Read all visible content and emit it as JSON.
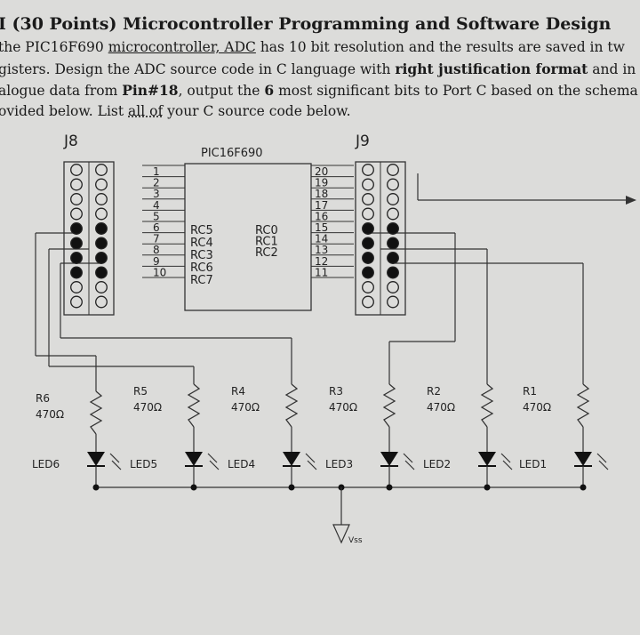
{
  "question": {
    "title": "I (30 Points) Microcontroller Programming and Software Design",
    "line1": [
      {
        "t": " the PIC16F690 ",
        "s": ""
      },
      {
        "t": "microcontroller,  ADC",
        "s": "u"
      },
      {
        "t": " has 10 bit resolution and the results are saved in tw",
        "s": ""
      }
    ],
    "line2": [
      {
        "t": "gisters. Design the ADC source code in C language with ",
        "s": ""
      },
      {
        "t": "right justification format",
        "s": "b"
      },
      {
        "t": " and in",
        "s": ""
      }
    ],
    "line3": [
      {
        "t": "alogue data from ",
        "s": ""
      },
      {
        "t": "Pin#18",
        "s": "b"
      },
      {
        "t": ", output the ",
        "s": ""
      },
      {
        "t": "6",
        "s": "b"
      },
      {
        "t": " most significant bits to Port C based on the schema",
        "s": ""
      }
    ],
    "line4": [
      {
        "t": "ovided below. List ",
        "s": ""
      },
      {
        "t": "all of",
        "s": "ud"
      },
      {
        "t": " your C source code below.",
        "s": ""
      }
    ]
  },
  "schematic": {
    "connector_left": "J8",
    "connector_right": "J9",
    "chip_label": "PIC16F690",
    "left_pins": [
      "1",
      "2",
      "3",
      "4",
      "5",
      "6",
      "7",
      "8",
      "9",
      "10"
    ],
    "right_pins": [
      "20",
      "19",
      "18",
      "17",
      "16",
      "15",
      "14",
      "13",
      "12",
      "11"
    ],
    "left_signals": [
      "RC5",
      "RC4",
      "RC3",
      "RC6",
      "RC7"
    ],
    "right_signals": [
      "RC0",
      "RC1",
      "RC2"
    ],
    "resistors": [
      {
        "name": "R6",
        "value": "470Ω"
      },
      {
        "name": "R5",
        "value": "470Ω"
      },
      {
        "name": "R4",
        "value": "470Ω"
      },
      {
        "name": "R3",
        "value": "470Ω"
      },
      {
        "name": "R2",
        "value": "470Ω"
      },
      {
        "name": "R1",
        "value": "470Ω"
      }
    ],
    "leds": [
      "LED6",
      "LED5",
      "LED4",
      "LED3",
      "LED2",
      "LED1"
    ],
    "ground_label": "Vss",
    "colors": {
      "line": "#333333",
      "background": "#dcdcda"
    }
  }
}
